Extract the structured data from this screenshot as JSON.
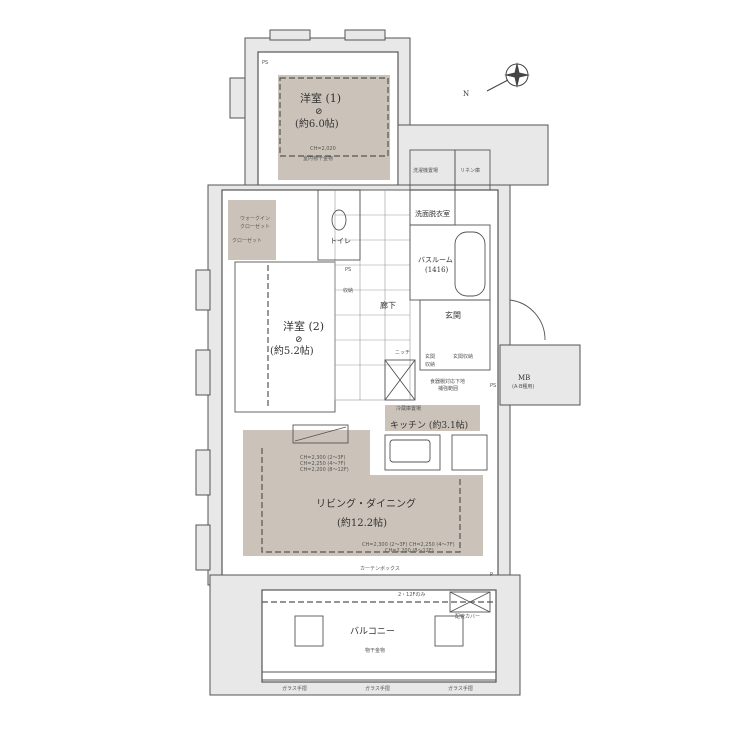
{
  "rooms": {
    "western1": {
      "name": "洋室 (1)",
      "mark": "⊘",
      "size": "(約6.0帖)",
      "ceiling": "CH=2,020",
      "note": "室内物干金物"
    },
    "western2": {
      "name": "洋室 (2)",
      "mark": "⊘",
      "size": "(約5.2帖)"
    },
    "walkin": {
      "name": "ウォークイン",
      "name2": "クローゼット"
    },
    "closet": {
      "name": "クローゼット"
    },
    "toilet": {
      "name": "トイレ"
    },
    "laundry": {
      "name": "洗濯機置場"
    },
    "linen": {
      "name": "リネン庫"
    },
    "washroom": {
      "name": "洗面脱衣室"
    },
    "bath": {
      "name": "バスルーム",
      "size": "(1416)"
    },
    "hall": {
      "name": "廊下"
    },
    "entrance": {
      "name": "玄関"
    },
    "entrance_storage1": {
      "name": "玄関",
      "name2": "収納"
    },
    "entrance_storage2": {
      "name": "玄関収納"
    },
    "storage": {
      "name": "収納"
    },
    "niche": {
      "name": "ニッチ"
    },
    "fridge": {
      "name": "冷蔵庫置場"
    },
    "cupboard_note": {
      "line1": "食器棚対応下地",
      "line2": "補強範囲"
    },
    "kitchen": {
      "name": "キッチン (約3.1帖)"
    },
    "living": {
      "name": "リビング・ダイニング",
      "size": "(約12.2帖)",
      "ceiling1": [
        "CH=2,300 (2〜3F)",
        "CH=2,250 (4〜7F)",
        "CH=2,200 (8〜12F)"
      ],
      "ceiling2": [
        "CH=2,300 (2〜3F)  CH=2,250 (4〜7F)",
        "CH=2,200 (8〜12F)"
      ]
    },
    "balcony": {
      "name": "バルコニー",
      "laundry_rail": "物干金物",
      "glass1": "ガラス手摺",
      "glass2": "ガラス手摺",
      "glass3": "ガラス手摺",
      "pipe_cover": "配管カバー",
      "floor_note": "2・12Fのみ"
    },
    "ps1": "PS",
    "ps2": "PS",
    "ps3": "PS",
    "p": "P",
    "mb": {
      "name": "MB",
      "note": "(A·B種用)"
    },
    "curtain": "カーテンボックス"
  },
  "compass": {
    "label": "N",
    "icon": "compass-rose-icon"
  },
  "colors": {
    "room_shade": "#cbc3ba",
    "wall": "#555555"
  }
}
